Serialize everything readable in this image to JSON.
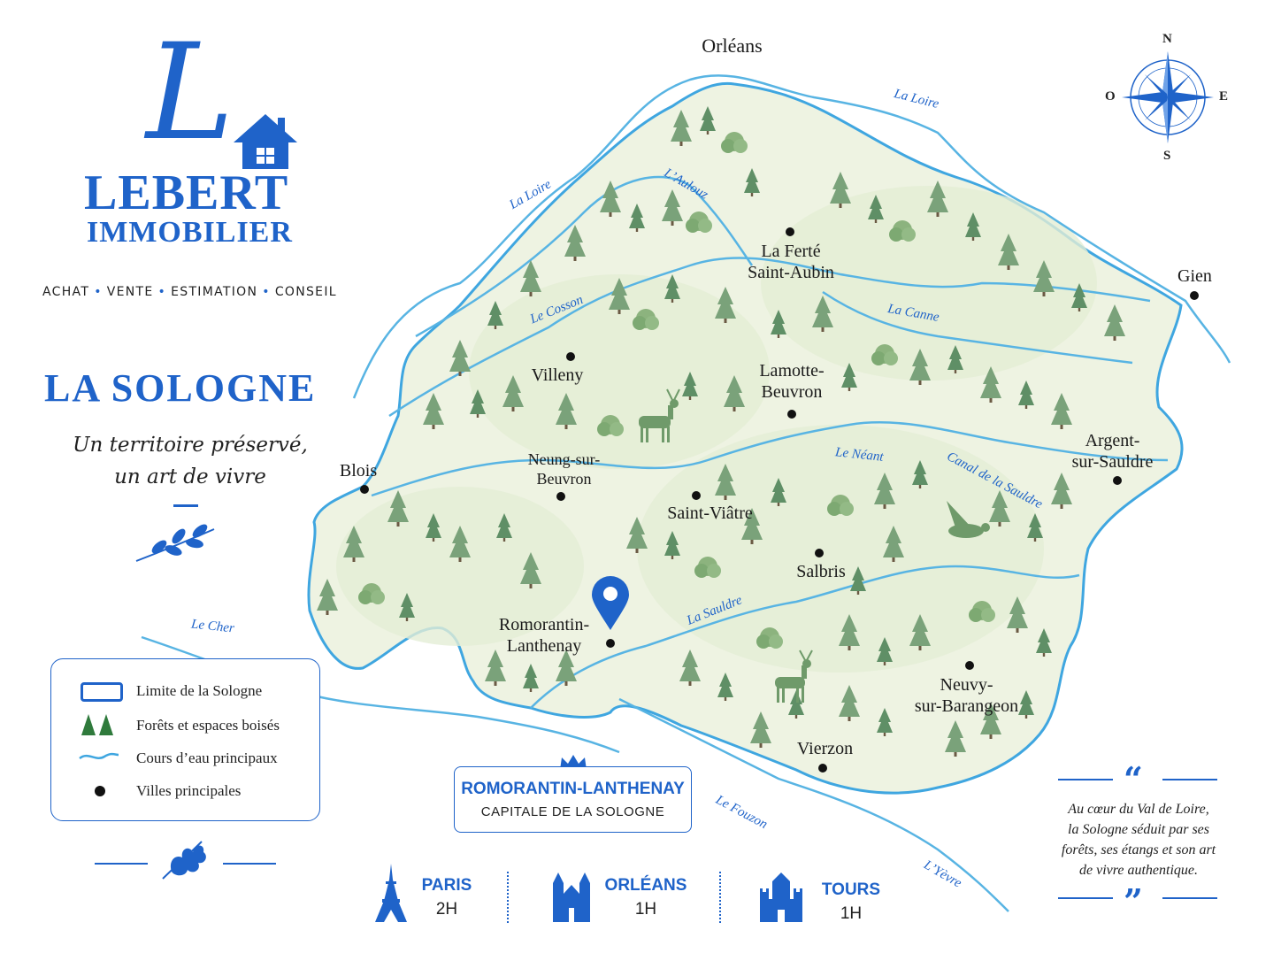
{
  "brand": {
    "monogram": "L",
    "name_line1": "LEBERT",
    "name_line2": "IMMOBILIER",
    "services": [
      "ACHAT",
      "VENTE",
      "ESTIMATION",
      "CONSEIL"
    ]
  },
  "title": "LA SOLOGNE",
  "subtitle_line1": "Un territoire préservé,",
  "subtitle_line2": "un art de vivre",
  "legend": {
    "items": [
      {
        "icon": "boundary-swatch",
        "label": "Limite de la Sologne"
      },
      {
        "icon": "trees-icon",
        "label": "Forêts et espaces boisés"
      },
      {
        "icon": "wave-icon",
        "label": "Cours d’eau principaux"
      },
      {
        "icon": "dot-icon",
        "label": "Villes principales"
      }
    ]
  },
  "compass": {
    "n": "N",
    "s": "S",
    "e": "E",
    "w": "O"
  },
  "cities": {
    "orleans": "Orléans",
    "gien": "Gien",
    "blois": "Blois",
    "ferte_1": "La Ferté",
    "ferte_2": "Saint-Aubin",
    "villeny": "Villeny",
    "lamotte_1": "Lamotte-",
    "lamotte_2": "Beuvron",
    "argent_1": "Argent-",
    "argent_2": "sur-Sauldre",
    "neung_1": "Neung-sur-",
    "neung_2": "Beuvron",
    "saintviatre": "Saint-Viâtre",
    "salbris": "Salbris",
    "romo_1": "Romorantin-",
    "romo_2": "Lanthenay",
    "neuvy_1": "Neuvy-",
    "neuvy_2": "sur-Barangeon",
    "vierzon": "Vierzon"
  },
  "rivers": {
    "loire_n": "La Loire",
    "loire_w": "La Loire",
    "aulouz": "L’Aulouz",
    "cosson": "Le Cosson",
    "canne": "La Canne",
    "neant": "Le Néant",
    "canal": "Canal de la Sauldre",
    "sauldre": "La Sauldre",
    "cher": "Le Cher",
    "fouzon": "Le Fouzon",
    "yevre": "L’Yèvre"
  },
  "capital": {
    "name": "ROMORANTIN-LANTHENAY",
    "caption": "CAPITALE DE LA SOLOGNE"
  },
  "travel": [
    {
      "icon": "eiffel-tower-icon",
      "city": "PARIS",
      "time": "2H"
    },
    {
      "icon": "cathedral-icon",
      "city": "ORLÉANS",
      "time": "1H"
    },
    {
      "icon": "castle-icon",
      "city": "TOURS",
      "time": "1H"
    }
  ],
  "quote": {
    "open": "“",
    "close": "”",
    "line1": "Au cœur du Val de Loire,",
    "line2": "la Sologne séduit par ses",
    "line3": "forêts, ses étangs et son art",
    "line4": "de vivre authentique."
  },
  "colors": {
    "accent": "#1f63c9",
    "forest": "#6f9a6a",
    "land": "#eef3e2",
    "water": "#58b4e3"
  }
}
